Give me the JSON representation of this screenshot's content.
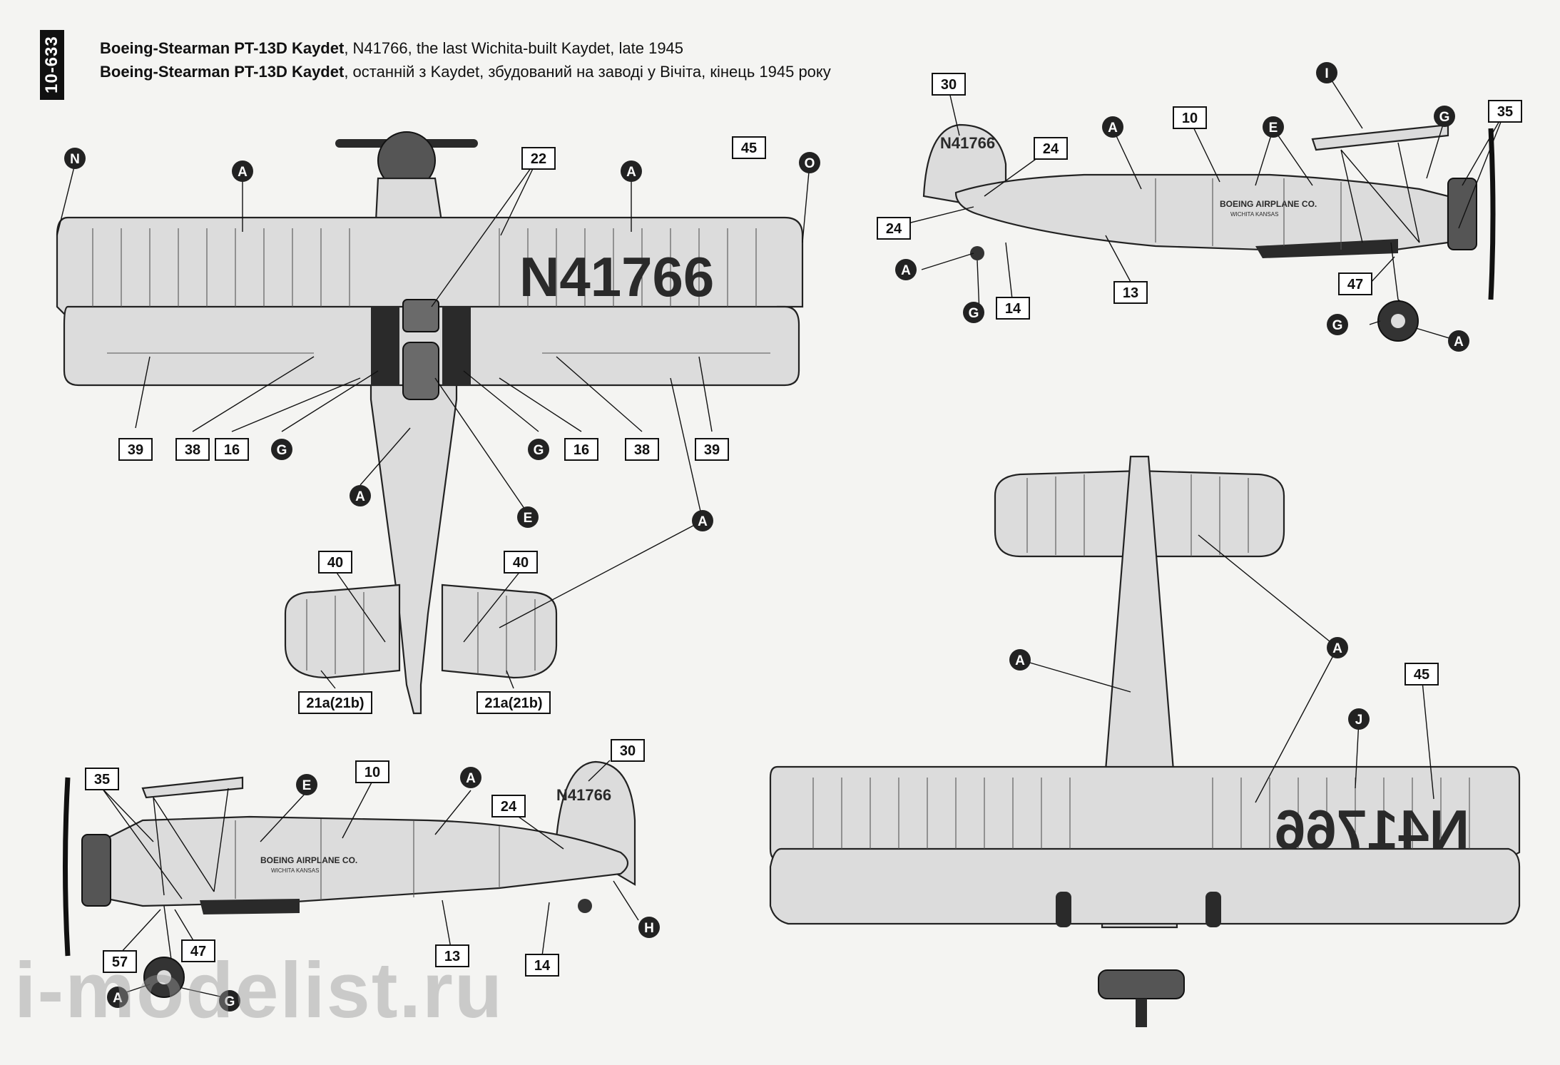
{
  "sheet": {
    "code": "10-633",
    "title_bold": "Boeing-Stearman PT-13D Kaydet",
    "title_en_rest": ", N41766, the last Wichita-built Kaydet, late 1945",
    "title_uk_rest": ", останній з Kaydet, збудований на заводі у Вічіта, кінець 1945 року",
    "watermark": "i-modelist.ru"
  },
  "markings": {
    "registration": "N41766",
    "registration_mirrored": "N41766",
    "fin_registration": "N41766",
    "brand_line": "BOEING AIRPLANE CO.",
    "brand_sub": "WICHITA   KANSAS"
  },
  "top_view": {
    "numbers": [
      "22",
      "45",
      "39",
      "38",
      "16",
      "16",
      "38",
      "39",
      "40",
      "40",
      "21a(21b)",
      "21a(21b)"
    ],
    "letters": [
      "N",
      "A",
      "A",
      "O",
      "G",
      "G",
      "A",
      "E",
      "A"
    ]
  },
  "right_side_view": {
    "numbers": [
      "30",
      "10",
      "24",
      "24",
      "13",
      "14",
      "47",
      "35"
    ],
    "letters": [
      "A",
      "E",
      "I",
      "G",
      "A",
      "G",
      "G",
      "A"
    ]
  },
  "left_side_view": {
    "numbers": [
      "35",
      "10",
      "30",
      "24",
      "13",
      "14",
      "57",
      "47"
    ],
    "letters": [
      "E",
      "A",
      "H",
      "A",
      "G"
    ]
  },
  "bottom_view": {
    "numbers": [
      "45"
    ],
    "letters": [
      "A",
      "A",
      "J"
    ]
  }
}
